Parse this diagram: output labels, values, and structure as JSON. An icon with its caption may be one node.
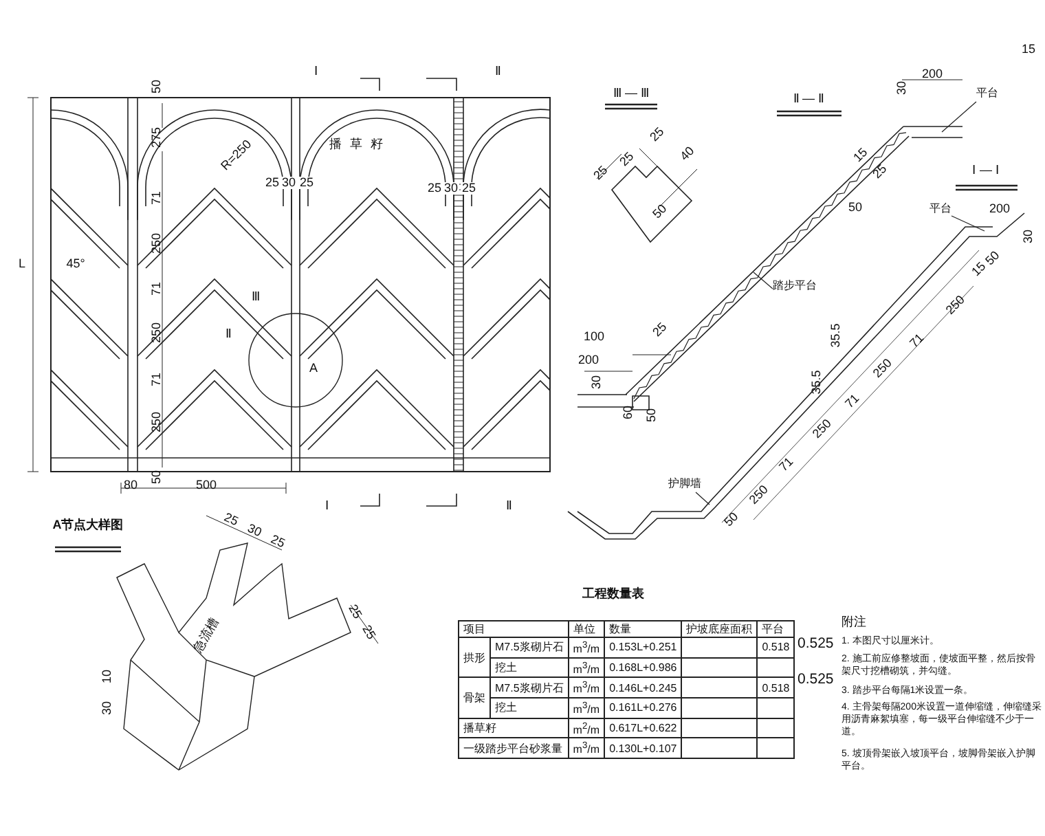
{
  "diagram": {
    "nodes": [
      {
        "text": [
          "平台"
        ]
      },
      {
        "text": [
          "踏步平台"
        ]
      },
      {
        "text": [
          "平台"
        ]
      },
      {
        "text": [
          "护脚墙"
        ]
      }
    ],
    "edges": [
      {
        "from": 0,
        "to": null,
        "arrow": "none"
      },
      {
        "from": 1,
        "to": null,
        "arrow": "none"
      },
      {
        "from": 2,
        "to": null,
        "arrow": "none"
      },
      {
        "from": 3,
        "to": null,
        "arrow": "none"
      }
    ],
    "labels": [
      "Ⅰ",
      "Ⅱ",
      "50",
      "275",
      "71",
      "250",
      "71",
      "250",
      "71",
      "250",
      "L",
      "R=250",
      "播草籽",
      "25",
      "30",
      "25",
      "25",
      "30",
      "25",
      "45°",
      "Ⅲ",
      "Ⅱ",
      "A",
      "50",
      "80",
      "500",
      "Ⅰ",
      "Ⅱ",
      "Ⅲ — Ⅲ",
      "25",
      "25",
      "25",
      "40",
      "50",
      "Ⅱ — Ⅱ",
      "200",
      "30",
      "15",
      "25",
      "50",
      "25",
      "100",
      "200",
      "30",
      "60",
      "50",
      "Ⅰ — Ⅰ",
      "200",
      "30",
      "15",
      "50",
      "250",
      "71",
      "250",
      "35.5",
      "35.5",
      "71",
      "250",
      "71",
      "250",
      "50",
      "15",
      "A节点大样图",
      "25",
      "30",
      "25",
      "25",
      "25",
      "急流槽",
      "10",
      "30",
      "工程数量表",
      "项目",
      "单位",
      "数量",
      "护坡底座面积",
      "平台",
      "拱形",
      "M7.5浆砌片石",
      "m$^{3}$/m",
      "0.153L+0.251",
      "0.518",
      "挖土",
      "m$^{3}$/m",
      "0.168L+0.986",
      "骨架",
      "M7.5浆砌片石",
      "m$^{3}$/m",
      "0.146L+0.245",
      "0.518",
      "挖土",
      "m$^{3}$/m",
      "0.161L+0.276",
      "播草籽",
      "m$^{2}$/m",
      "0.617L+0.622",
      "一级踏步平台砂浆量",
      "m$^{3}$/m",
      "0.130L+0.107",
      "0.525",
      "附注",
      "1. 本图尺寸以厘米计。",
      "0.525",
      "2. 施工前应修整坡面，使坡面平整，然后按骨架尺寸挖槽砌筑，并勾缝。",
      "3. 踏步平台每隔1米设置一条。",
      "4. 主骨架每隔200米设置一道伸缩缝，伸缩缝采用沥青麻絮填塞，每一级平台伸缩缝不少于一道。",
      "5. 坡顶骨架嵌入坡顶平台，坡脚骨架嵌入护脚平台。"
    ]
  }
}
